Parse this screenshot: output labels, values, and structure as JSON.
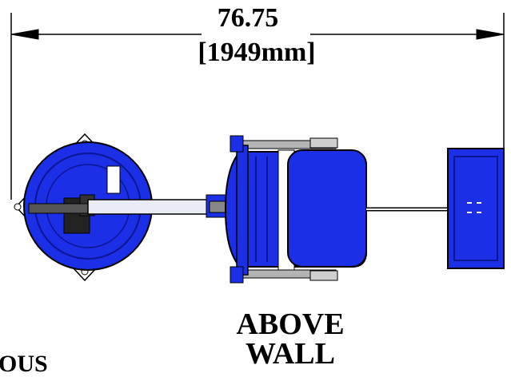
{
  "dimension": {
    "value": "76.75",
    "metric": "[1949mm]"
  },
  "view_label": {
    "line1": "ABOVE",
    "line2": "WALL"
  },
  "partial_label": "OUS",
  "colors": {
    "body_blue": "#1a2fe6",
    "dark_blue": "#0a1590",
    "outline": "#000000",
    "metal_gray": "#b4b4b4",
    "shaft_light": "#e9ecf4",
    "plate_white": "#ffffff"
  }
}
